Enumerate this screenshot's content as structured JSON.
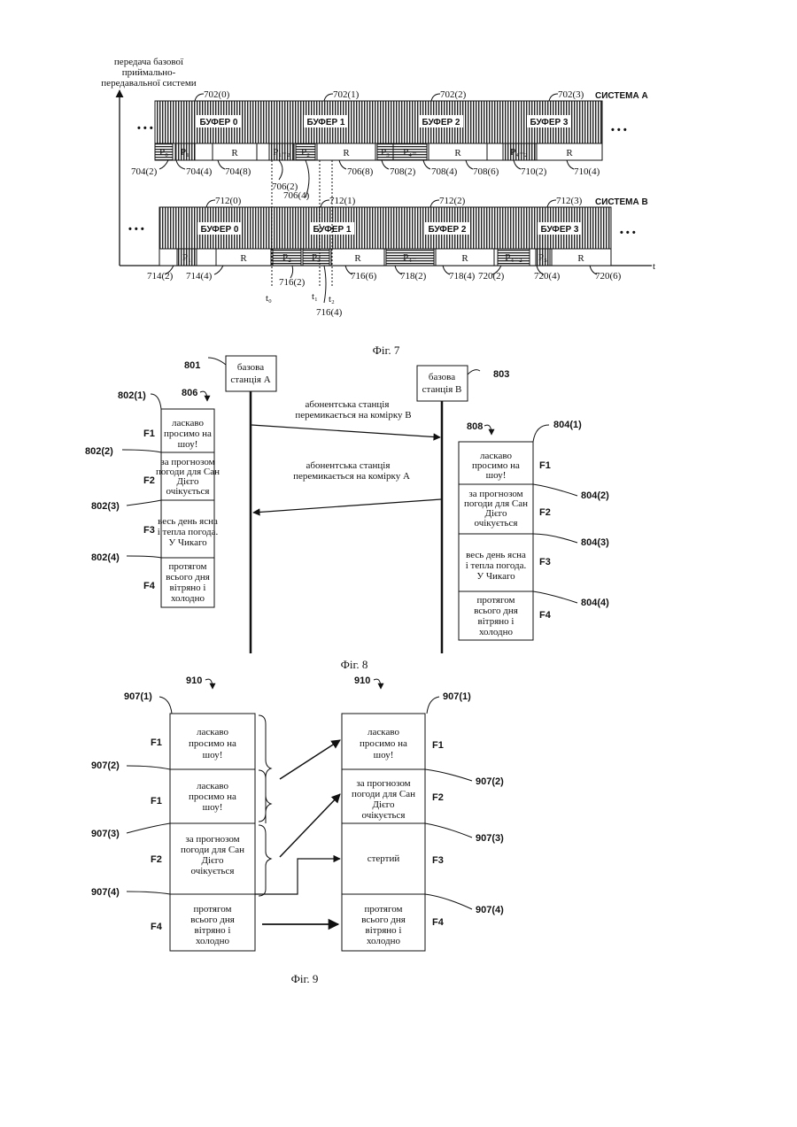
{
  "fig7": {
    "ylabel": [
      "передача базової",
      "приймально-",
      "передавальної системи"
    ],
    "caption": "Фіг. 7",
    "ellipsis": "• • •",
    "sys_a": {
      "name": "СИСТЕМА А",
      "buffers": [
        "БУФЕР 0",
        "БУФЕР 1",
        "БУФЕР 2",
        "БУФЕР 3"
      ],
      "buffer_refs": [
        "702(0)",
        "702(1)",
        "702(2)",
        "702(3)"
      ],
      "packets": [
        "P₀",
        "P₁",
        "R",
        "P₁₋₂",
        "P₂",
        "R",
        "P₃",
        "P₄₋",
        "R",
        "P₄₋₂",
        "R"
      ],
      "refs": [
        "704(2)",
        "704(4)",
        "704(8)",
        "706(8)",
        "708(2)",
        "708(4)",
        "708(6)",
        "710(2)",
        "710(4)"
      ],
      "refs2": [
        "706(2)",
        "706(4)"
      ]
    },
    "sys_b": {
      "name": "СИСТЕМА В",
      "buffers": [
        "БУФЕР 0",
        "БУФЕР 1",
        "БУФЕР 2",
        "БУФЕР 3"
      ],
      "buffer_refs": [
        "712(0)",
        "712(1)",
        "712(2)",
        "712(3)"
      ],
      "packets": [
        "P₁",
        "R",
        "P₂",
        "P₃",
        "R",
        "P₄₋",
        "R",
        "P₄₋₂",
        "P₅",
        "R"
      ],
      "refs": [
        "714(2)",
        "714(4)",
        "716(2)",
        "716(6)",
        "718(2)",
        "718(4)",
        "720(2)",
        "720(4)",
        "720(6)"
      ],
      "times": [
        "t₀",
        "t₁",
        "t₂"
      ],
      "ref_below": "716(4)"
    },
    "t_axis": "t"
  },
  "fig8": {
    "caption": "Фіг. 8",
    "station_a": {
      "ref": "801",
      "label": [
        "базова",
        "станція А"
      ]
    },
    "station_b": {
      "ref": "803",
      "label": [
        "базова",
        "станція В"
      ]
    },
    "msg_to_b": [
      "абонентська станція",
      "перемикається на комірку В"
    ],
    "msg_to_a": [
      "абонентська станція",
      "перемикається на комірку А"
    ],
    "left": {
      "ref": "806",
      "refs": [
        "802(1)",
        "802(2)",
        "802(3)",
        "802(4)"
      ],
      "frames": [
        "F1",
        "F2",
        "F3",
        "F4"
      ],
      "cells": [
        [
          "ласкаво",
          "просимо на",
          "шоу!"
        ],
        [
          "за прогнозом",
          "погоди для Сан",
          "Дієго",
          "очікується"
        ],
        [
          "весь день ясна",
          "і тепла погода.",
          "У Чикаго"
        ],
        [
          "протягом",
          "всього дня",
          "вітряно і",
          "холодно"
        ]
      ]
    },
    "right": {
      "ref": "808",
      "refs": [
        "804(1)",
        "804(2)",
        "804(3)",
        "804(4)"
      ],
      "frames": [
        "F1",
        "F2",
        "F3",
        "F4"
      ],
      "cells": [
        [
          "ласкаво",
          "просимо на",
          "шоу!"
        ],
        [
          "за прогнозом",
          "погоди для Сан",
          "Дієго",
          "очікується"
        ],
        [
          "весь день ясна",
          "і тепла погода.",
          "У Чикаго"
        ],
        [
          "протягом",
          "всього дня",
          "вітряно і",
          "холодно"
        ]
      ]
    }
  },
  "fig9": {
    "caption": "Фіг. 9",
    "left": {
      "ref": "910",
      "refs": [
        "907(1)",
        "907(2)",
        "907(3)",
        "907(4)"
      ],
      "frames": [
        "F1",
        "F1",
        "F2",
        "F4"
      ],
      "cells": [
        [
          "ласкаво",
          "просимо на",
          "шоу!"
        ],
        [
          "ласкаво",
          "просимо на",
          "шоу!"
        ],
        [
          "за прогнозом",
          "погоди для Сан",
          "Дієго",
          "очікується"
        ],
        [
          "протягом",
          "всього дня",
          "вітряно і",
          "холодно"
        ]
      ]
    },
    "right": {
      "ref": "910",
      "refs": [
        "907(1)",
        "907(2)",
        "907(3)",
        "907(4)"
      ],
      "frames": [
        "F1",
        "F2",
        "F3",
        "F4"
      ],
      "cells": [
        [
          "ласкаво",
          "просимо на",
          "шоу!"
        ],
        [
          "за прогнозом",
          "погоди для Сан",
          "Дієго",
          "очікується"
        ],
        [
          "стертий"
        ],
        [
          "протягом",
          "всього дня",
          "вітряно і",
          "холодно"
        ]
      ]
    }
  }
}
